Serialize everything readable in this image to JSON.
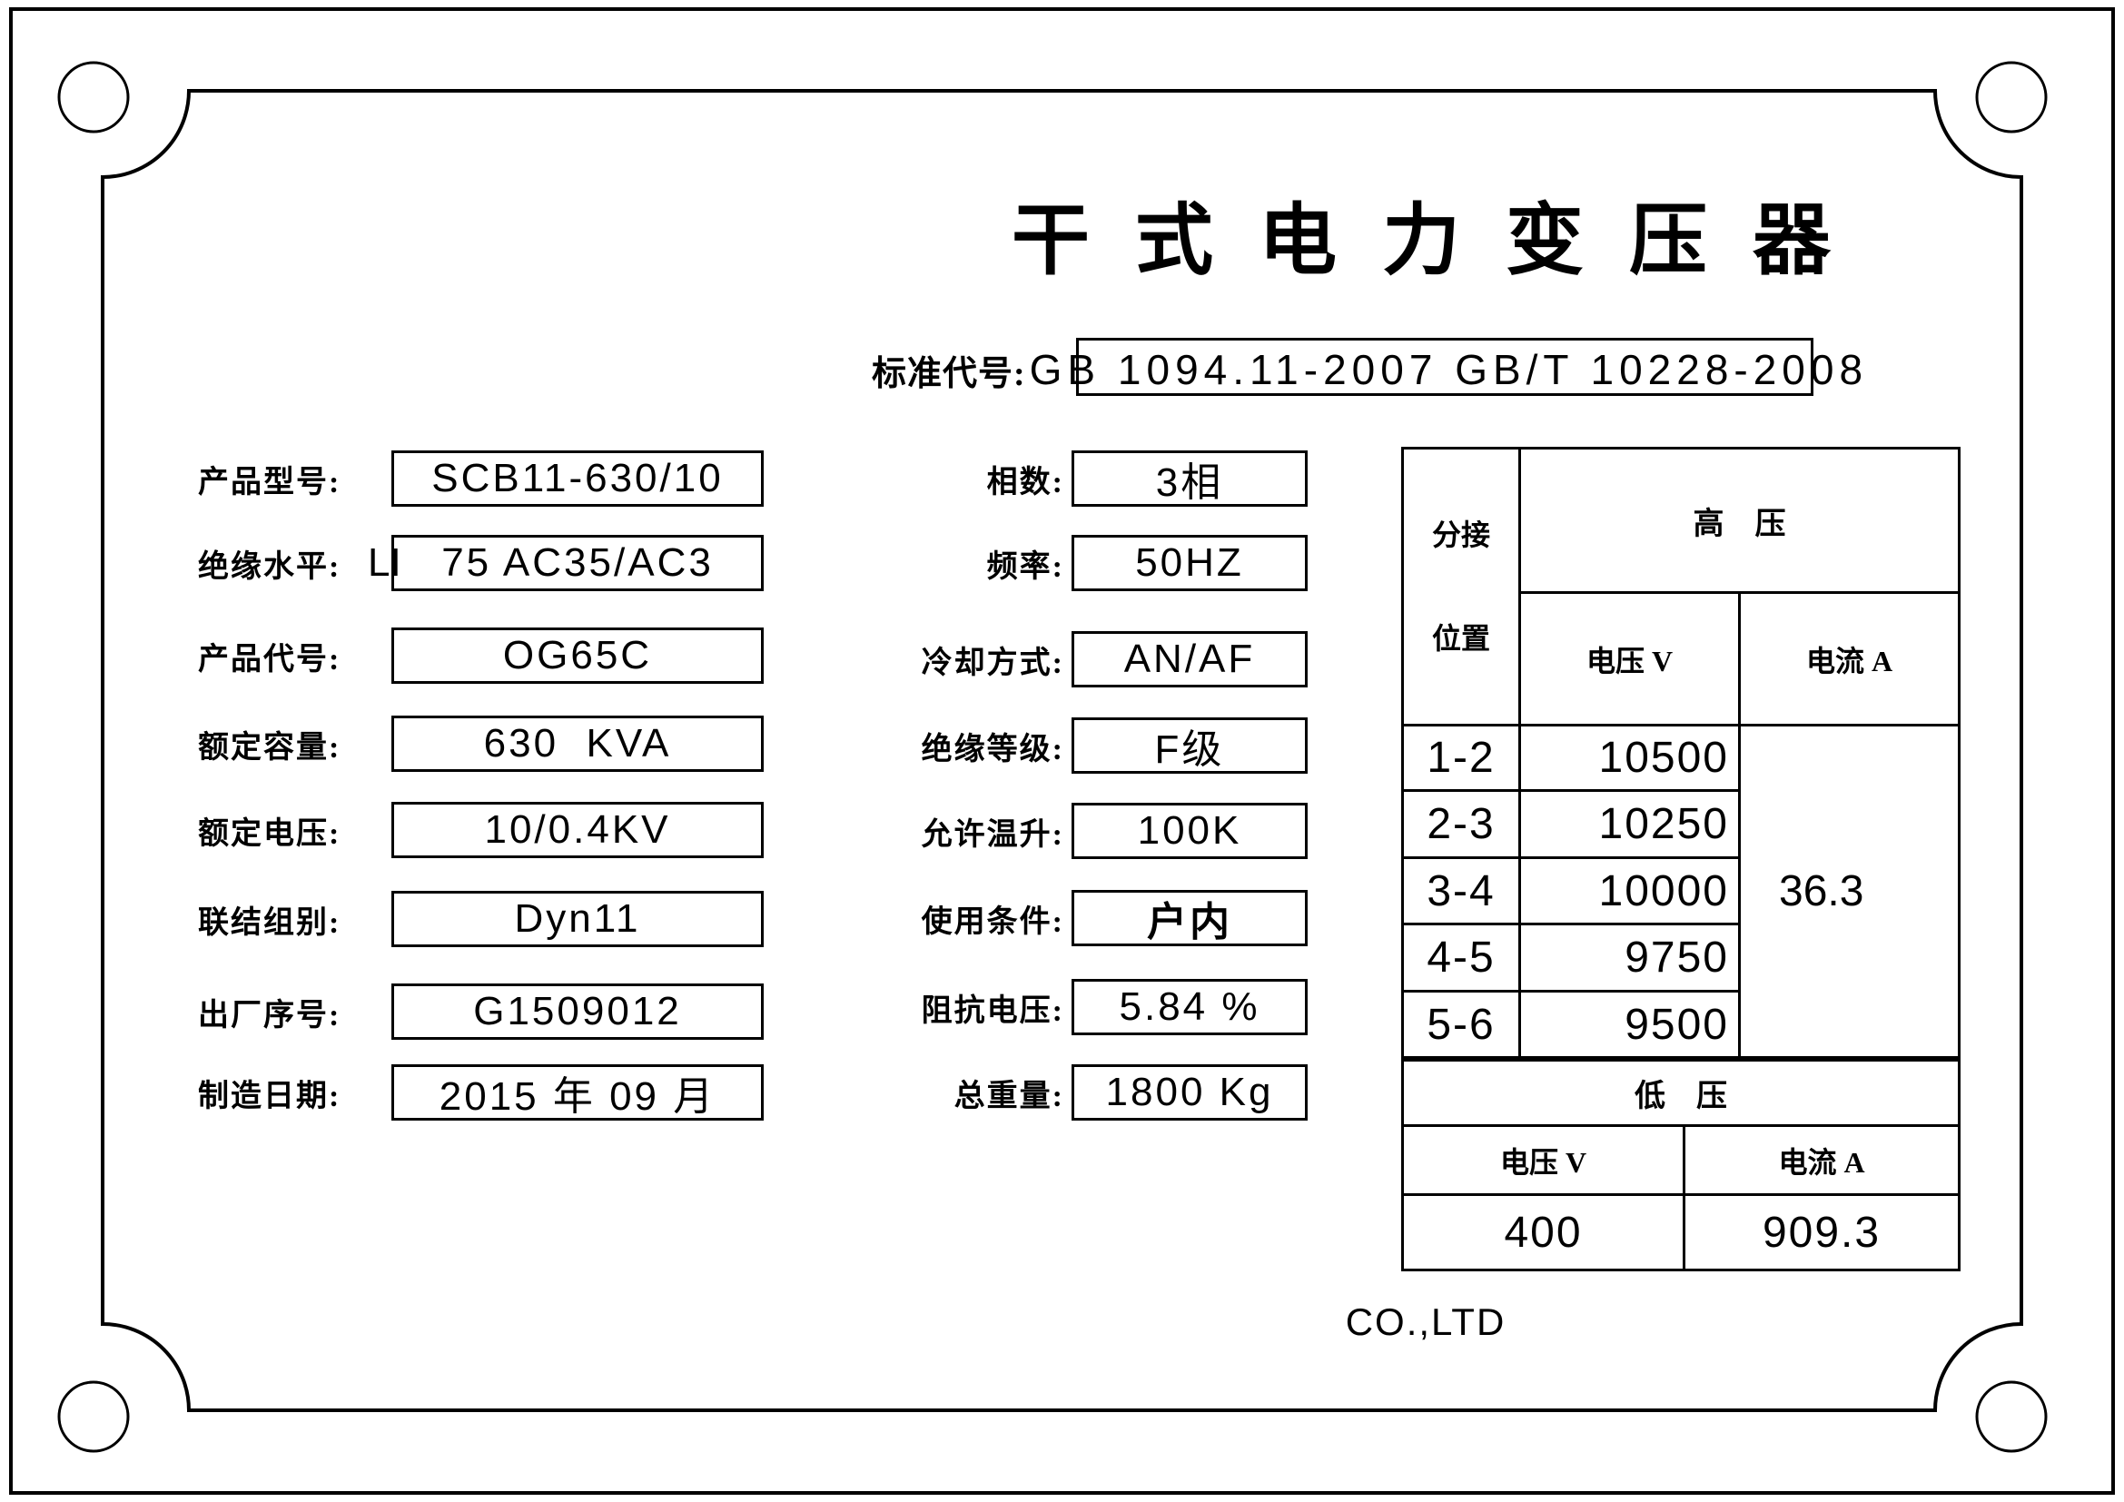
{
  "title": "干式电力变压器",
  "standard": {
    "label": "标准代号:",
    "value": "GB 1094.11-2007 GB/T 10228-2008"
  },
  "left_fields": [
    {
      "label": "产品型号:",
      "value": "SCB11-630/10"
    },
    {
      "label": "绝缘水平:",
      "prefix": "LI",
      "value": "75 AC35/AC3"
    },
    {
      "label": "产品代号:",
      "value": "OG65C"
    },
    {
      "label": "额定容量:",
      "value": "630  KVA"
    },
    {
      "label": "额定电压:",
      "value": "10/0.4KV"
    },
    {
      "label": "联结组别:",
      "value": "Dyn11"
    },
    {
      "label": "出厂序号:",
      "value": "G1509012"
    },
    {
      "label": "制造日期:",
      "value": "2015 年 09 月"
    }
  ],
  "middle_fields": [
    {
      "label": "相数:",
      "value": "3相"
    },
    {
      "label": "频率:",
      "value": "50HZ"
    },
    {
      "label": "冷却方式:",
      "value": "AN/AF"
    },
    {
      "label": "绝缘等级:",
      "value": "F级"
    },
    {
      "label": "允许温升:",
      "value": "100K"
    },
    {
      "label": "使用条件:",
      "value": "户内"
    },
    {
      "label": "阻抗电压:",
      "value": "5.84 %"
    },
    {
      "label": "总重量:",
      "value": "1800 Kg"
    }
  ],
  "table": {
    "tap_header_line1": "分接",
    "tap_header_line2": "位置",
    "hv_header": "高    压",
    "voltage_header": "电压 V",
    "current_header": "电流 A",
    "rows": [
      {
        "tap": "1-2",
        "voltage": "10500"
      },
      {
        "tap": "2-3",
        "voltage": "10250"
      },
      {
        "tap": "3-4",
        "voltage": "10000"
      },
      {
        "tap": "4-5",
        "voltage": "9750"
      },
      {
        "tap": "5-6",
        "voltage": "9500"
      }
    ],
    "hv_current": "36.3",
    "lv_header": "低    压",
    "lv_voltage_header": "电压 V",
    "lv_current_header": "电流 A",
    "lv_voltage": "400",
    "lv_current": "909.3"
  },
  "footer": {
    "company": "CO.,LTD"
  },
  "colors": {
    "line": "#000000",
    "background": "#ffffff"
  }
}
